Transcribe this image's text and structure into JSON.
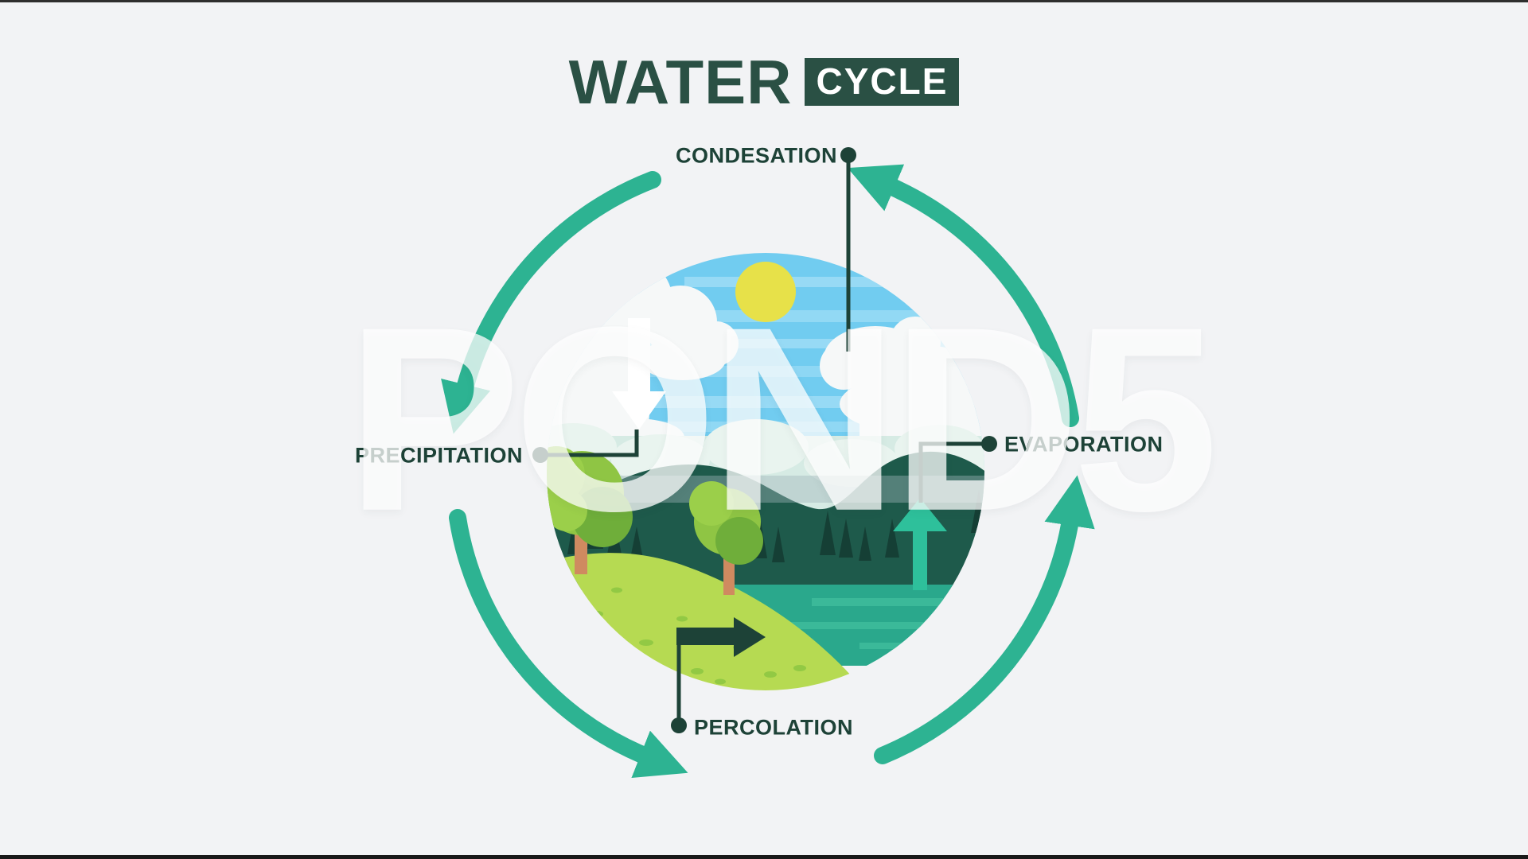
{
  "title": {
    "main": "WATER",
    "badge": "CYCLE"
  },
  "labels": {
    "condensation": "CONDESATION",
    "precipitation": "PRECIPITATION",
    "evaporation": "EVAPORATION",
    "percolation": "PERCOLATION"
  },
  "watermark": "POND5",
  "cycle": {
    "type": "circular-process-diagram",
    "direction": "counterclockwise",
    "stages": [
      {
        "name": "CONDESATION",
        "position": "top"
      },
      {
        "name": "PRECIPITATION",
        "position": "left"
      },
      {
        "name": "PERCOLATION",
        "position": "bottom"
      },
      {
        "name": "EVAPORATION",
        "position": "right"
      }
    ]
  },
  "colors": {
    "background": "#f2f3f5",
    "title_green": "#2a5044",
    "label_green": "#1d4237",
    "ring_teal": "#2db392",
    "connector_dark": "#1d4237",
    "sky_blue": "#71ccf0",
    "sun_yellow": "#e7e149",
    "hill_dark_teal": "#1e5a4b",
    "water_teal": "#2aa88c",
    "grass_green": "#b6da52",
    "tree_green": "#8fc544",
    "trunk_salmon": "#cf8a60"
  }
}
